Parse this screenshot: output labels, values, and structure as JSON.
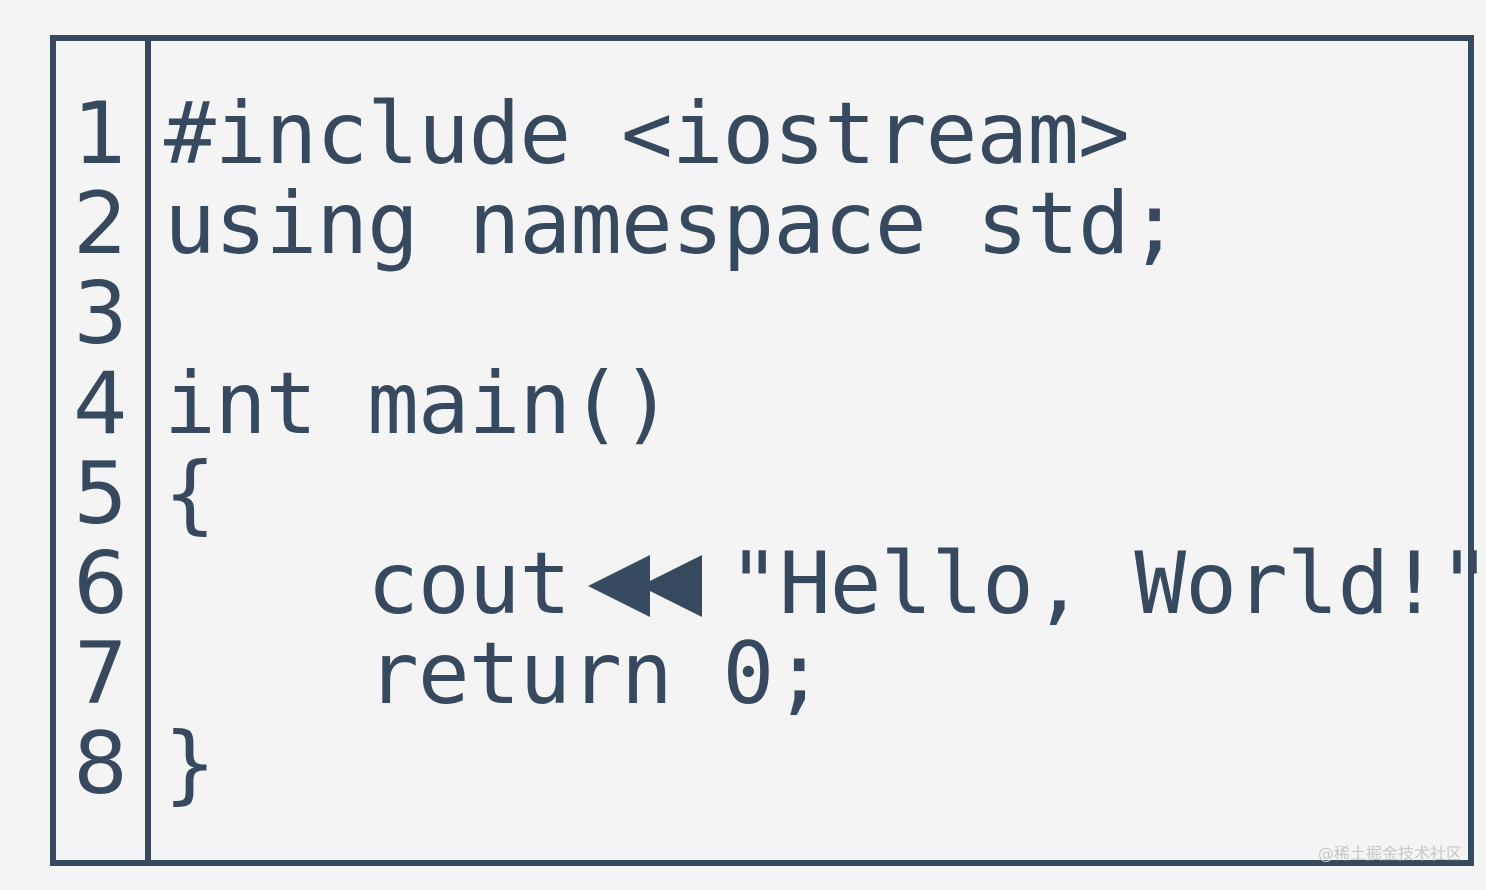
{
  "line_numbers": [
    "1",
    "2",
    "3",
    "4",
    "5",
    "6",
    "7",
    "8"
  ],
  "code": {
    "line1": "#include <iostream>",
    "line2": "using namespace std;",
    "line3": "",
    "line4": "int main()",
    "line5": "{",
    "line6_before": "    cout",
    "line6_after": "\"Hello, World!\";",
    "line7": "    return 0;",
    "line8": "}"
  },
  "stream_operator_icon": "double-left-triangle-icon",
  "watermark": "@稀土掘金技术社区",
  "colors": {
    "ink": "#36495e",
    "background": "#f4f4f4"
  }
}
